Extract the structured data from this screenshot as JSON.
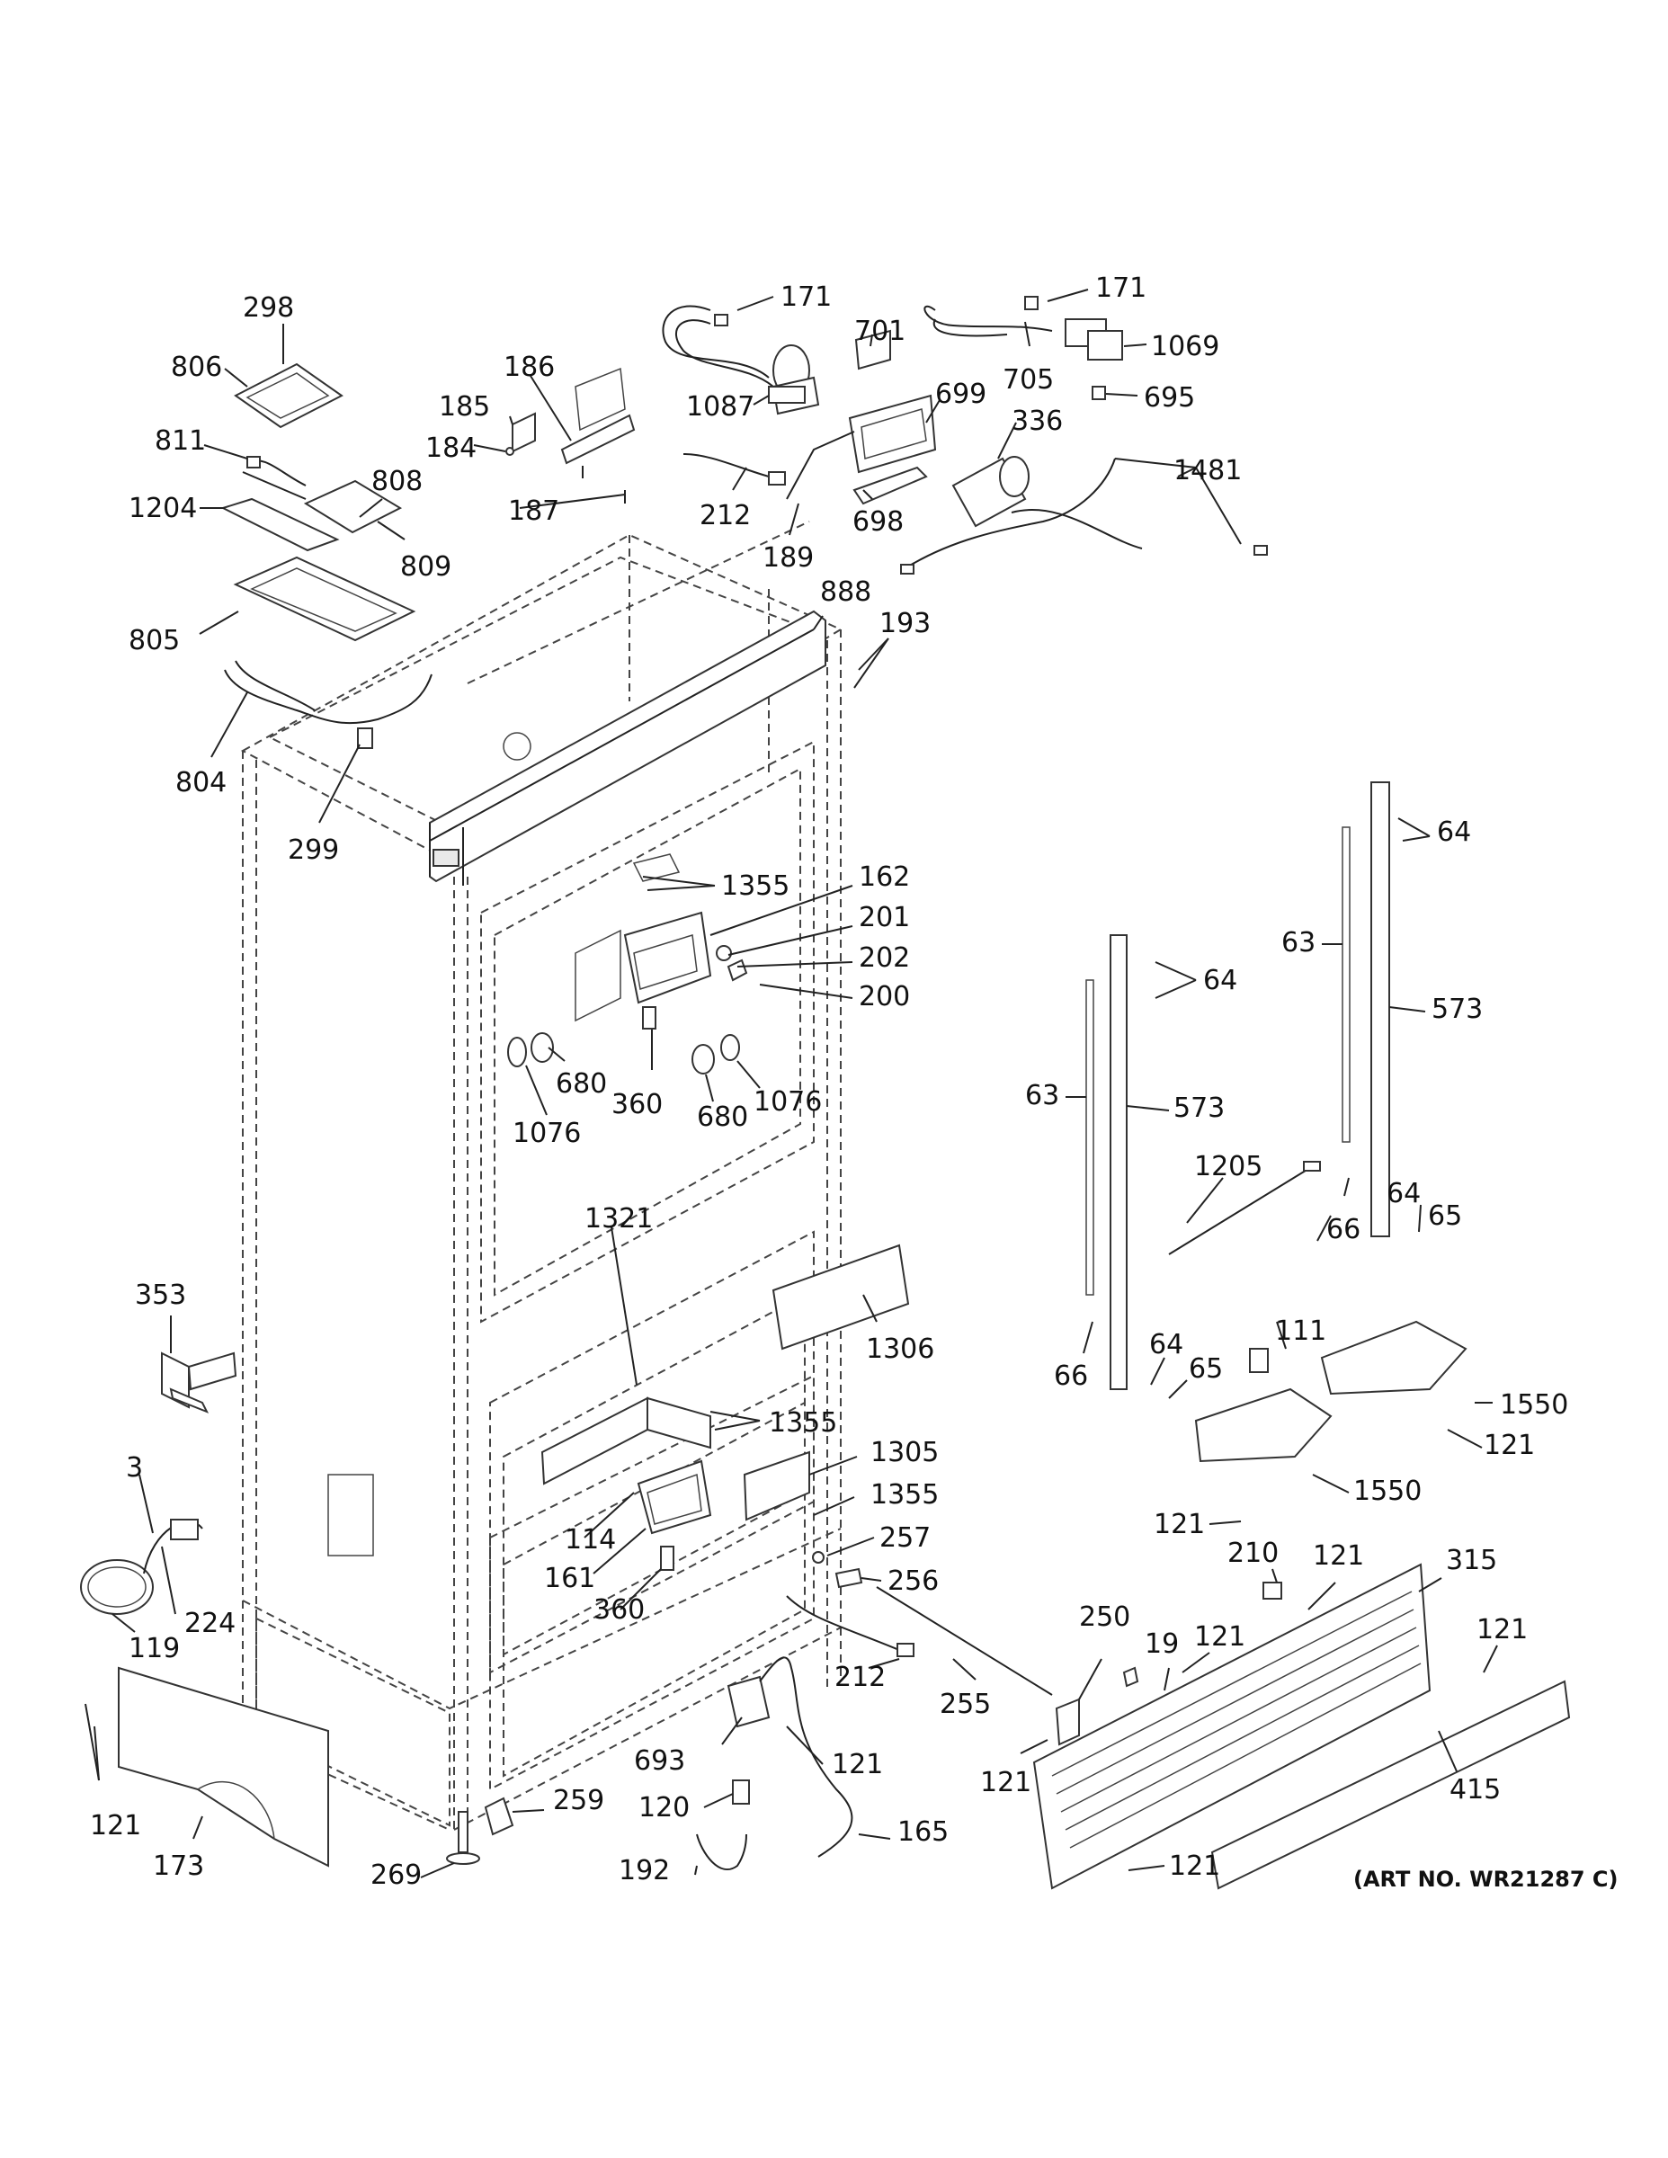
{
  "art_number": "(ART NO. WR21287 C)",
  "labels": {
    "l298": "298",
    "l806": "806",
    "l811": "811",
    "l1204": "1204",
    "l808": "808",
    "l809": "809",
    "l805": "805",
    "l804": "804",
    "l299": "299",
    "l186": "186",
    "l185": "185",
    "l184": "184",
    "l187": "187",
    "l171a": "171",
    "l1087": "1087",
    "l212a": "212",
    "l189": "189",
    "l701": "701",
    "l699": "699",
    "l698": "698",
    "l171b": "171",
    "l705": "705",
    "l1069": "1069",
    "l695": "695",
    "l336": "336",
    "l1481": "1481",
    "l888": "888",
    "l193": "193",
    "l1355a": "1355",
    "l162": "162",
    "l201": "201",
    "l202": "202",
    "l200": "200",
    "l680a": "680",
    "l1076a": "1076",
    "l360a": "360",
    "l680b": "680",
    "l1076b": "1076",
    "l1321": "1321",
    "l1306": "1306",
    "l1355b": "1355",
    "l1305": "1305",
    "l1355c": "1355",
    "l114": "114",
    "l161": "161",
    "l360b": "360",
    "l257": "257",
    "l256": "256",
    "l353": "353",
    "l3": "3",
    "l224": "224",
    "l119": "119",
    "l121a": "121",
    "l173": "173",
    "l212b": "212",
    "l255": "255",
    "l693": "693",
    "l121b": "121",
    "l120": "120",
    "l259": "259",
    "l269": "269",
    "l192": "192",
    "l165": "165",
    "l64a": "64",
    "l63a": "63",
    "l573a": "573",
    "l64b": "64",
    "l63b": "63",
    "l573b": "573",
    "l1205": "1205",
    "l66a": "66",
    "l64c": "64",
    "l65a": "65",
    "l66b": "66",
    "l64d": "64",
    "l65b": "65",
    "l111": "111",
    "l1550a": "1550",
    "l121c": "121",
    "l1550b": "1550",
    "l121d": "121",
    "l210": "210",
    "l121e": "121",
    "l315": "315",
    "l250": "250",
    "l19": "19",
    "l121f": "121",
    "l121g": "121",
    "l121h": "121",
    "l415": "415",
    "l121i": "121"
  }
}
